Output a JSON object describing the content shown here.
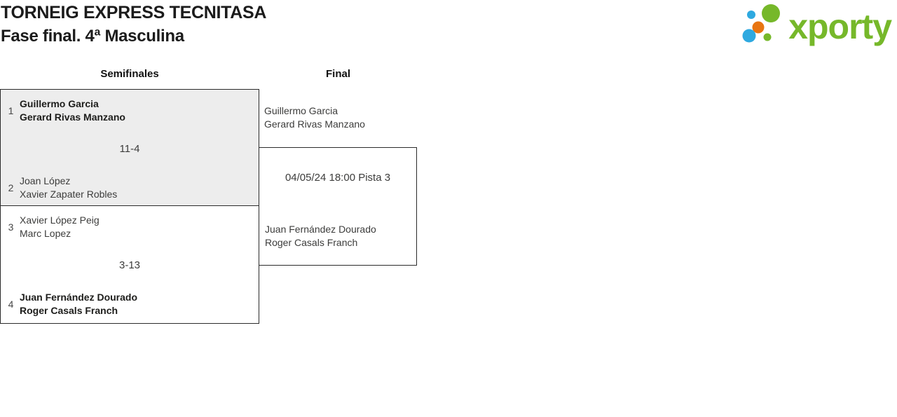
{
  "page": {
    "title": "TORNEIG EXPRESS TECNITASA",
    "subtitle": "Fase final. 4ª Masculina"
  },
  "logo": {
    "text": "xporty",
    "green": "#76b82a",
    "blue": "#2ea9e0",
    "orange": "#e87511"
  },
  "bracket": {
    "round_headers": [
      {
        "label": "Semifinales"
      },
      {
        "label": "Final"
      }
    ],
    "semifinals": [
      {
        "seed_a": "1",
        "team_a": [
          "Guillermo Garcia",
          "Gerard Rivas Manzano"
        ],
        "score": "11-4",
        "seed_b": "2",
        "team_b": [
          "Joan López",
          "Xavier Zapater Robles"
        ],
        "winner": "team_a"
      },
      {
        "seed_a": "3",
        "team_a": [
          "Xavier López Peig",
          "Marc Lopez"
        ],
        "score": "3-13",
        "seed_b": "4",
        "team_b": [
          "Juan Fernández Dourado",
          "Roger Casals Franch"
        ],
        "winner": "team_b"
      }
    ],
    "final": {
      "team_top": [
        "Guillermo Garcia",
        "Gerard Rivas Manzano"
      ],
      "match_info": "04/05/24 18:00 Pista 3",
      "team_bottom": [
        "Juan Fernández Dourado",
        "Roger Casals Franch"
      ]
    }
  },
  "colors": {
    "box_fill_gray": "#ededed",
    "box_border": "#2b2b2b",
    "text_bold": "#1d1d1b",
    "text_regular": "#3c3c3b"
  }
}
